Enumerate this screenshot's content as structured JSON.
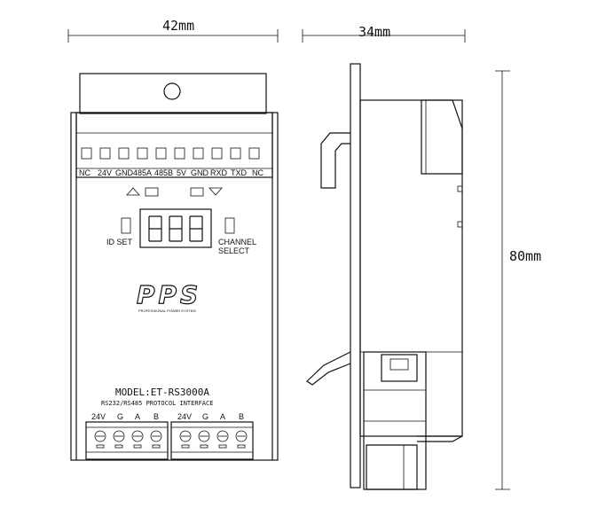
{
  "dimensions": {
    "width_front": "42mm",
    "depth_side": "34mm",
    "height": "80mm"
  },
  "top_terminal_labels": [
    "NC",
    "24V",
    "GND",
    "485A",
    "485B",
    "5V",
    "GND",
    "RXD",
    "TXD",
    "NC"
  ],
  "display": {
    "digits": "888",
    "left_button_label": "ID SET",
    "right_button_label_line1": "CHANNEL",
    "right_button_label_line2": "SELECT"
  },
  "logo": {
    "text": "PPS",
    "tagline": "PROFESSIONAL POWER SYSTEM"
  },
  "model": {
    "line1": "MODEL:ET-RS3000A",
    "line2": "RS232/RS485 PROTOCOL INTERFACE"
  },
  "bottom_terminal_labels": [
    "24V",
    "G",
    "A",
    "B",
    "24V",
    "G",
    "A",
    "B"
  ]
}
